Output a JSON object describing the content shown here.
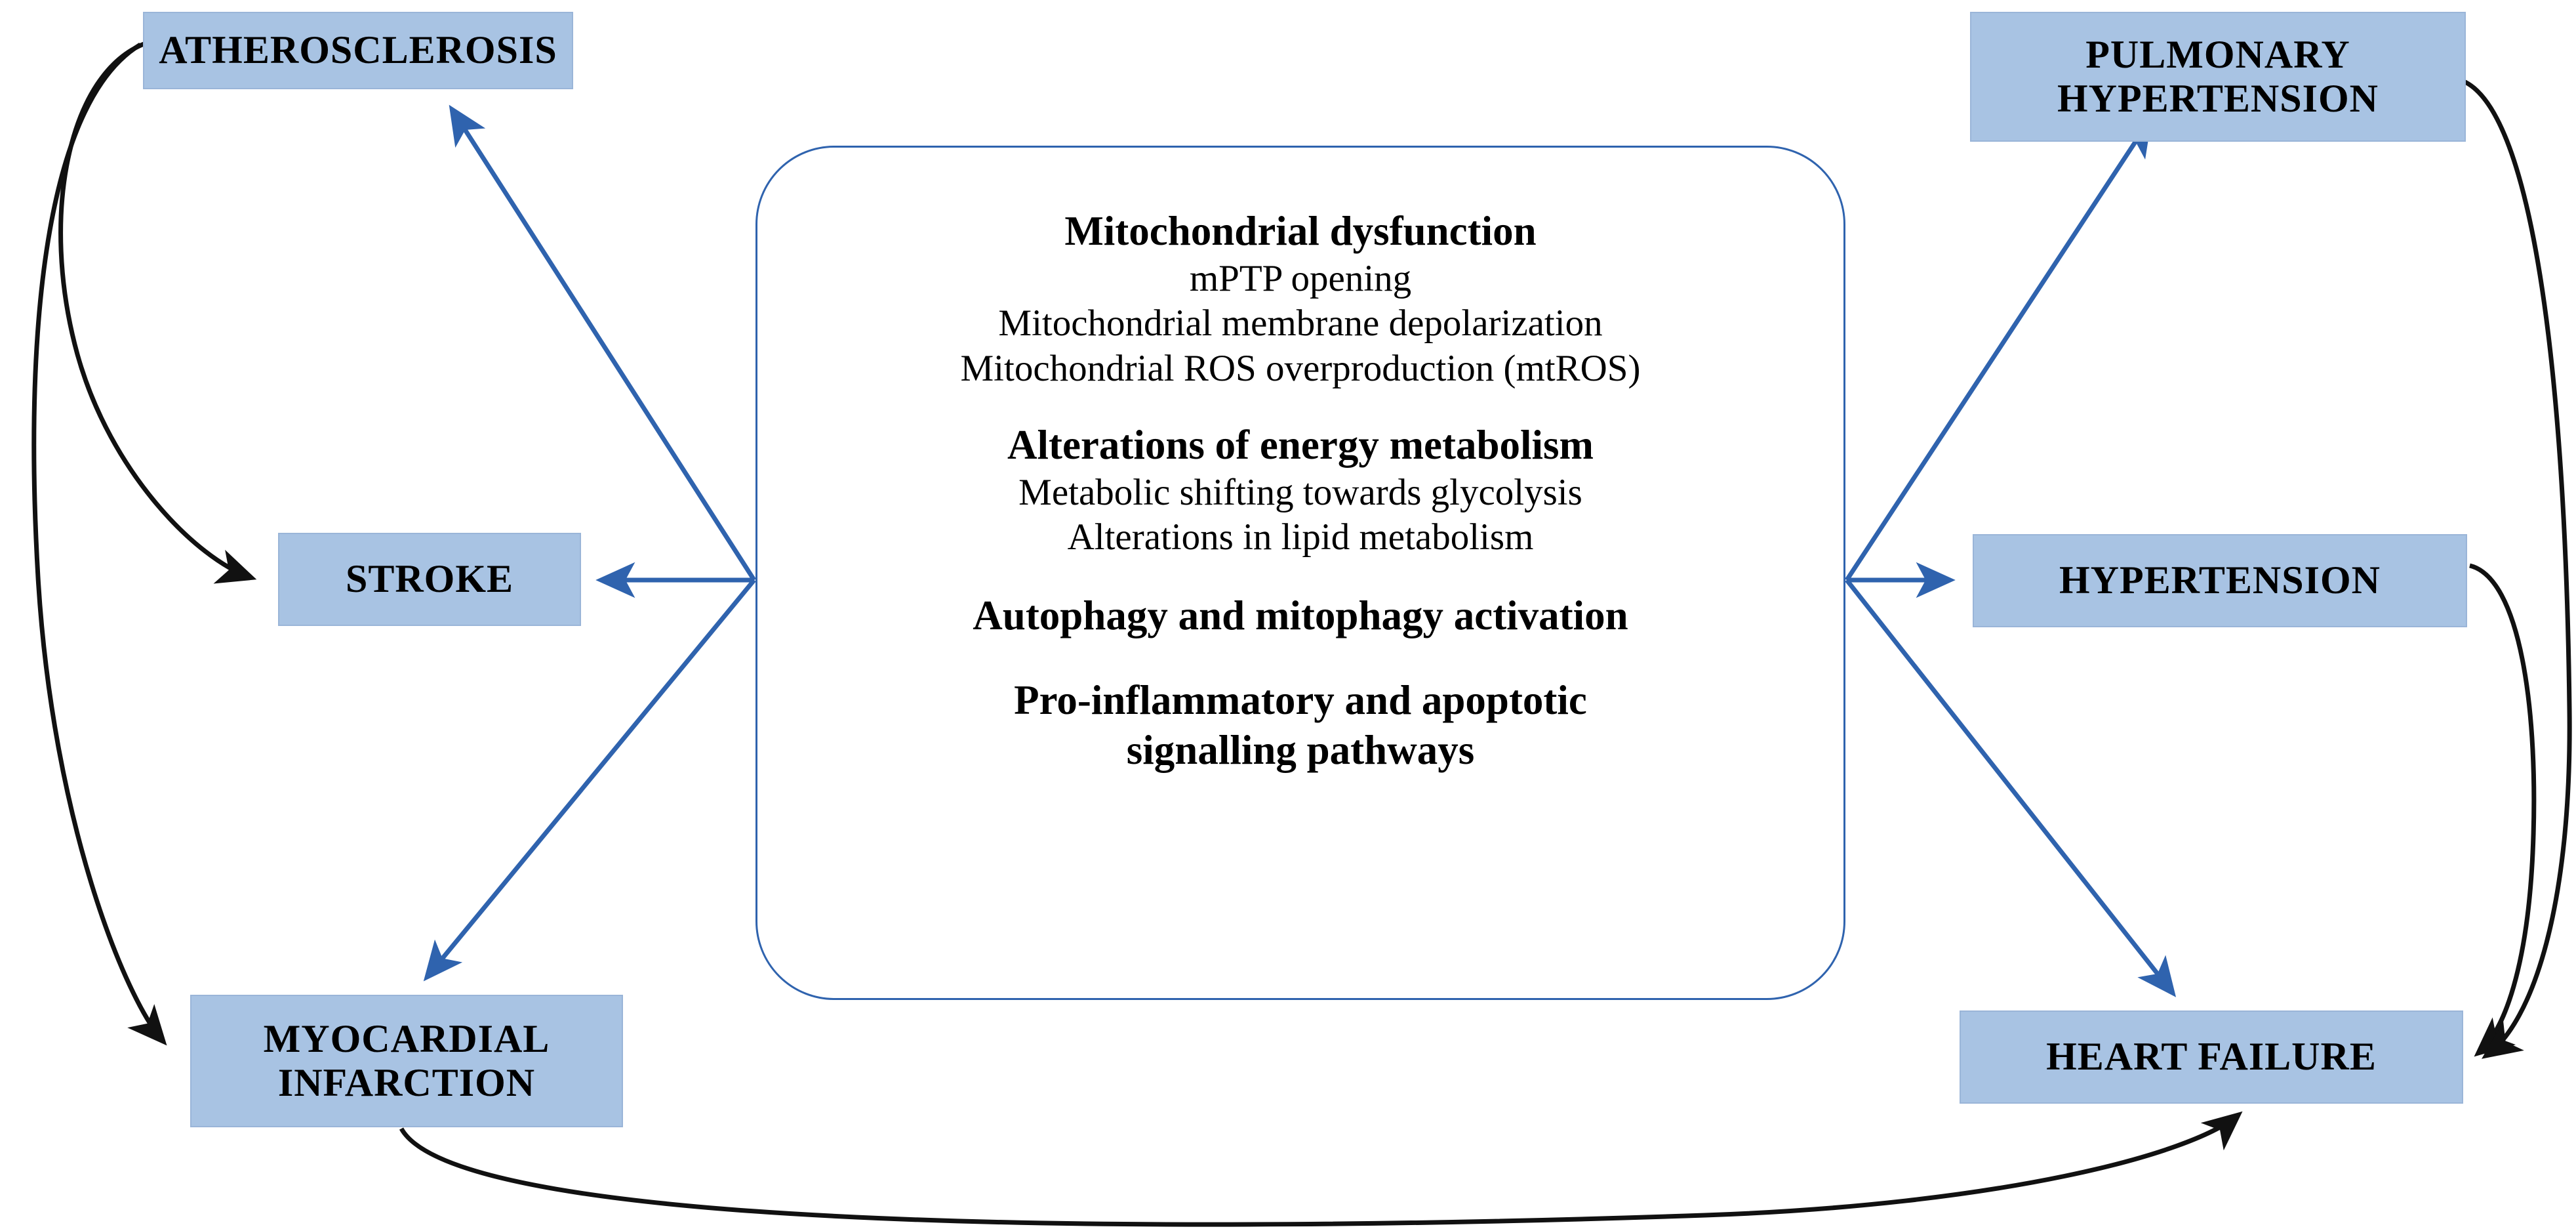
{
  "figure": {
    "type": "flow-diagram",
    "background": "#ffffff",
    "node_fill": "#a8c3e3",
    "node_border": "#9ab5d8",
    "center_border": "#2f63ae",
    "blue_arrow_color": "#2f63ae",
    "black_arrow_color": "#111111"
  },
  "center": {
    "groups": [
      {
        "heading": "Mitochondrial dysfunction",
        "lines": [
          "mPTP opening",
          "Mitochondrial membrane depolarization",
          "Mitochondrial ROS overproduction (mtROS)"
        ]
      },
      {
        "heading": "Alterations of energy metabolism",
        "lines": [
          "Metabolic shifting towards glycolysis",
          "Alterations in lipid metabolism"
        ]
      },
      {
        "heading": "Autophagy and mitophagy activation",
        "lines": []
      },
      {
        "heading_line1": "Pro-inflammatory and apoptotic",
        "heading_line2": "signalling pathways",
        "lines": []
      }
    ]
  },
  "nodes": {
    "atherosclerosis": "ATHEROSCLEROSIS",
    "stroke": "STROKE",
    "myocardial_infarction_line1": "MYOCARDIAL",
    "myocardial_infarction_line2": "INFARCTION",
    "pulmonary_hypertension_line1": "PULMONARY",
    "pulmonary_hypertension_line2": "HYPERTENSION",
    "hypertension": "HYPERTENSION",
    "heart_failure": "HEART FAILURE"
  },
  "edges": [
    {
      "from": "center",
      "to": "atherosclerosis",
      "style": "blue-straight"
    },
    {
      "from": "center",
      "to": "stroke",
      "style": "blue-straight"
    },
    {
      "from": "center",
      "to": "myocardial_infarction",
      "style": "blue-straight"
    },
    {
      "from": "center",
      "to": "pulmonary_hypertension",
      "style": "blue-straight"
    },
    {
      "from": "center",
      "to": "hypertension",
      "style": "blue-straight"
    },
    {
      "from": "center",
      "to": "heart_failure",
      "style": "blue-straight"
    },
    {
      "from": "atherosclerosis",
      "to": "stroke",
      "style": "black-curve"
    },
    {
      "from": "atherosclerosis",
      "to": "myocardial_infarction",
      "style": "black-curve"
    },
    {
      "from": "myocardial_infarction",
      "to": "heart_failure",
      "style": "black-curve"
    },
    {
      "from": "hypertension",
      "to": "heart_failure",
      "style": "black-curve"
    },
    {
      "from": "pulmonary_hypertension",
      "to": "heart_failure",
      "style": "black-curve"
    }
  ]
}
